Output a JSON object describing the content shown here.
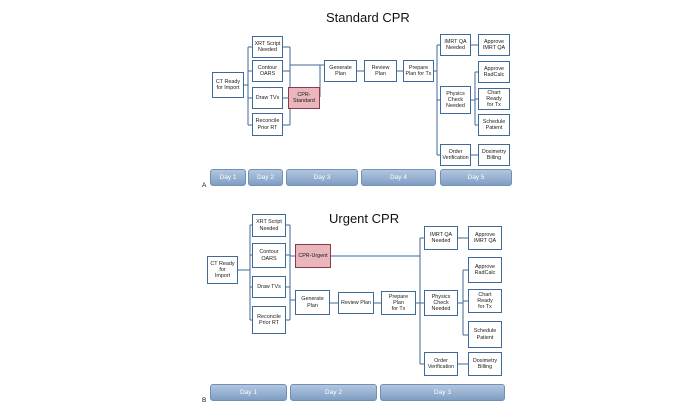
{
  "panelA": {
    "label": "A",
    "title": "Standard CPR",
    "boxes": {
      "ct": "CT Ready\nfor Import",
      "xrt": "XRT Script\nNeeded",
      "contour": "Contour\nOARS",
      "drawtvs": "Draw TVs",
      "cpr": "CPR-\nStandard",
      "reconcile": "Reconcile\nPrior RT",
      "generate": "Generate\nPlan",
      "review": "Review Plan",
      "prepare": "Prepare\nPlan for Tx",
      "imrt": "IMRT QA\nNeeded",
      "physics": "Physics\nCheck\nNeeded",
      "order": "Order\nVerification",
      "approve_imrt": "Approve\nIMRT QA",
      "approve_radcalc": "Approve\nRadCalc",
      "chart": "Chart Ready\nfor Tx",
      "schedule": "Schedule\nPatient",
      "dosimetry": "Dosimetry\nBilling"
    },
    "days": [
      "Day 1",
      "Day 2",
      "Day 3",
      "Day 4",
      "Day 5"
    ]
  },
  "panelB": {
    "label": "B",
    "title": "Urgent CPR",
    "boxes": {
      "ct": "CT Ready for\nImport",
      "xrt": "XRT Script\nNeeded",
      "contour": "Contour\nOARS",
      "drawtvs": "Draw TVs",
      "reconcile": "Reconcile\nPrior RT",
      "cpr": "CPR-Urgent",
      "generate": "Generate\nPlan",
      "review": "Review Plan",
      "prepare": "Prepare Plan\nfor Tx",
      "imrt": "IMRT QA\nNeeded",
      "physics": "Physics Check\nNeeded",
      "order": "Order\nVerification",
      "approve_imrt": "Approve\nIMRT QA",
      "approve_radcalc": "Approve\nRadCalc",
      "chart": "Chart Ready\nfor Tx",
      "schedule": "Schedule\nPatient",
      "dosimetry": "Dosimetry\nBilling"
    },
    "days": [
      "Day 1",
      "Day 2",
      "Day 3"
    ]
  }
}
